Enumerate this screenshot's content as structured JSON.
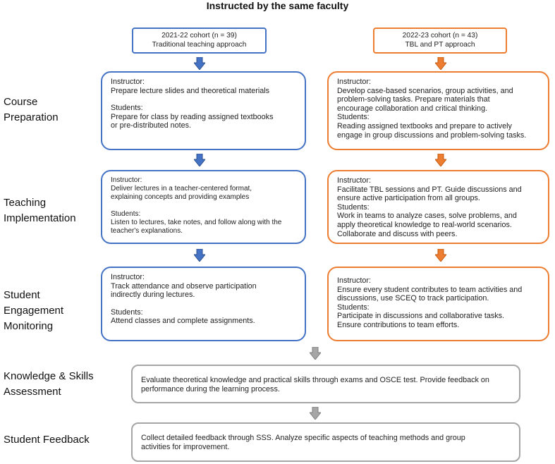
{
  "header": "Instructed by the same faculty",
  "cohorts": {
    "traditional": {
      "line1": "2021-22 cohort (n = 39)",
      "line2": "Traditional teaching approach"
    },
    "tbl": {
      "line1": "2022-23 cohort (n = 43)",
      "line2": "TBL and PT approach"
    }
  },
  "stages": {
    "prep": [
      "Course",
      "Preparation"
    ],
    "impl": [
      "Teaching",
      "Implementation"
    ],
    "monitor": [
      "Student",
      "Engagement",
      "Monitoring"
    ],
    "assess": [
      "Knowledge & Skills",
      "Assessment"
    ],
    "feedback": [
      "Student Feedback"
    ]
  },
  "traditional": {
    "prep": {
      "instructor_head": "Instructor:",
      "instructor": [
        "Prepare lecture slides and theoretical materials"
      ],
      "students_head": "Students:",
      "students": [
        "Prepare for class by reading assigned textbooks",
        "or pre-distributed notes."
      ]
    },
    "impl": {
      "instructor_head": "Instructor:",
      "instructor": [
        "Deliver lectures in a teacher-centered format,",
        "explaining concepts and providing examples"
      ],
      "students_head": "Students:",
      "students": [
        "Listen to lectures, take notes, and follow along with the",
        "teacher's explanations."
      ]
    },
    "monitor": {
      "instructor_head": "Instructor:",
      "instructor": [
        "Track attendance and observe participation",
        "indirectly during lectures."
      ],
      "students_head": "Students:",
      "students": [
        "Attend classes and complete assignments."
      ]
    }
  },
  "tbl": {
    "prep": {
      "instructor_head": "Instructor:",
      "instructor": [
        "Develop case-based scenarios, group activities, and",
        "problem-solving tasks. Prepare materials that",
        "encourage collaboration and critical thinking."
      ],
      "students_head": "Students:",
      "students": [
        "Reading assigned textbooks and prepare to actively",
        "engage in group discussions and problem-solving tasks."
      ]
    },
    "impl": {
      "instructor_head": "Instructor:",
      "instructor": [
        "Facilitate TBL sessions and PT. Guide discussions and",
        "ensure active participation from all groups."
      ],
      "students_head": "Students:",
      "students": [
        "Work in teams to analyze cases, solve problems, and",
        "apply theoretical knowledge to real-world scenarios.",
        "Collaborate and discuss with peers."
      ]
    },
    "monitor": {
      "instructor_head": "Instructor:",
      "instructor": [
        "Ensure every student contributes to team activities and",
        "discussions, use SCEQ to track participation."
      ],
      "students_head": "Students:",
      "students": [
        "Participate in discussions and collaborative tasks.",
        "Ensure contributions to team efforts."
      ]
    }
  },
  "shared": {
    "assess": [
      "Evaluate theoretical knowledge and practical skills through exams and OSCE test. Provide feedback on",
      "performance during the learning process."
    ],
    "feedback": [
      "Collect detailed feedback through SSS. Analyze specific aspects of teaching methods and group",
      "activities for improvement."
    ]
  },
  "colors": {
    "blue": "#4472c4",
    "orange": "#ed7d31",
    "gray": "#a6a6a6"
  }
}
